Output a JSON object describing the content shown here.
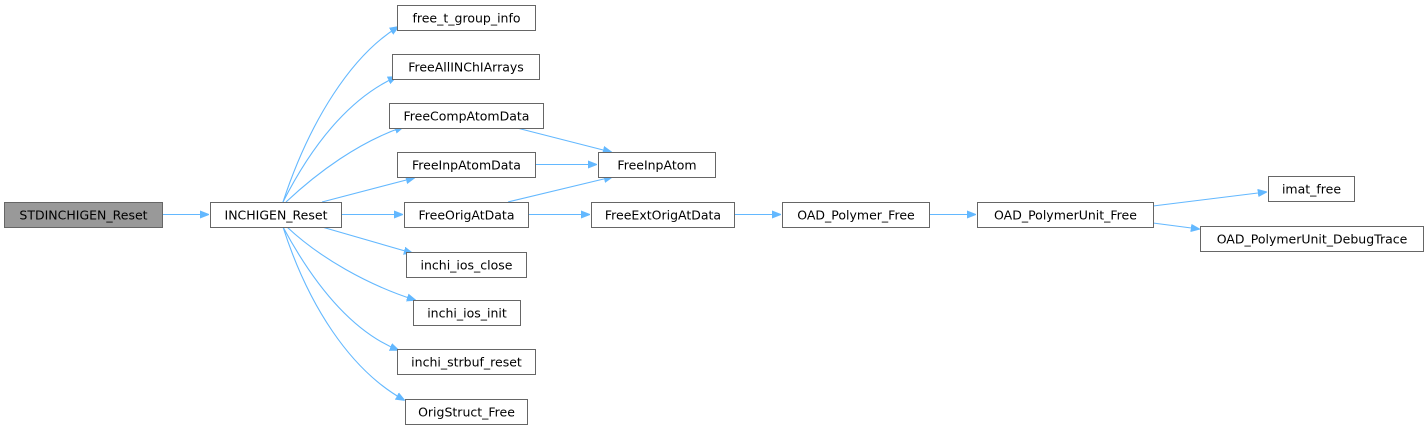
{
  "graph": {
    "root": "STDINCHIGEN_Reset",
    "nodes": [
      {
        "id": "n_root",
        "label": "STDINCHIGEN_Reset",
        "highlight": true
      },
      {
        "id": "n_inchigen",
        "label": "INCHIGEN_Reset"
      },
      {
        "id": "n_free_t_group",
        "label": "free_t_group_info"
      },
      {
        "id": "n_freeall",
        "label": "FreeAllINChIArrays"
      },
      {
        "id": "n_freecomp",
        "label": "FreeCompAtomData"
      },
      {
        "id": "n_freeinpatomdata",
        "label": "FreeInpAtomData"
      },
      {
        "id": "n_freeorig",
        "label": "FreeOrigAtData"
      },
      {
        "id": "n_ios_close",
        "label": "inchi_ios_close"
      },
      {
        "id": "n_ios_init",
        "label": "inchi_ios_init"
      },
      {
        "id": "n_strbuf",
        "label": "inchi_strbuf_reset"
      },
      {
        "id": "n_origstruct",
        "label": "OrigStruct_Free"
      },
      {
        "id": "n_freeinpatom",
        "label": "FreeInpAtom"
      },
      {
        "id": "n_freeext",
        "label": "FreeExtOrigAtData"
      },
      {
        "id": "n_oadfree",
        "label": "OAD_Polymer_Free"
      },
      {
        "id": "n_oadunitfree",
        "label": "OAD_PolymerUnit_Free"
      },
      {
        "id": "n_imat",
        "label": "imat_free"
      },
      {
        "id": "n_debugtrace",
        "label": "OAD_PolymerUnit_DebugTrace"
      }
    ],
    "edges": [
      {
        "from": "n_root",
        "to": "n_inchigen"
      },
      {
        "from": "n_inchigen",
        "to": "n_free_t_group"
      },
      {
        "from": "n_inchigen",
        "to": "n_freeall"
      },
      {
        "from": "n_inchigen",
        "to": "n_freecomp"
      },
      {
        "from": "n_inchigen",
        "to": "n_freeinpatomdata"
      },
      {
        "from": "n_inchigen",
        "to": "n_freeorig"
      },
      {
        "from": "n_inchigen",
        "to": "n_ios_close"
      },
      {
        "from": "n_inchigen",
        "to": "n_ios_init"
      },
      {
        "from": "n_inchigen",
        "to": "n_strbuf"
      },
      {
        "from": "n_inchigen",
        "to": "n_origstruct"
      },
      {
        "from": "n_freecomp",
        "to": "n_freeinpatom"
      },
      {
        "from": "n_freeinpatomdata",
        "to": "n_freeinpatom"
      },
      {
        "from": "n_freeorig",
        "to": "n_freeinpatom"
      },
      {
        "from": "n_freeorig",
        "to": "n_freeext"
      },
      {
        "from": "n_freeext",
        "to": "n_oadfree"
      },
      {
        "from": "n_oadfree",
        "to": "n_oadunitfree"
      },
      {
        "from": "n_oadunitfree",
        "to": "n_imat"
      },
      {
        "from": "n_oadunitfree",
        "to": "n_debugtrace"
      }
    ]
  },
  "colors": {
    "edge": "#63b8ff",
    "node_border": "#666666",
    "root_fill": "#999999",
    "node_fill": "#ffffff"
  }
}
